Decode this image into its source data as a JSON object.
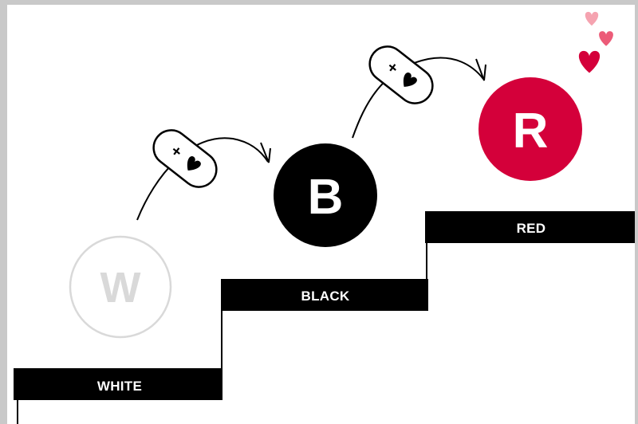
{
  "levels": [
    {
      "letter": "W",
      "label": "WHITE"
    },
    {
      "letter": "B",
      "label": "BLACK"
    },
    {
      "letter": "R",
      "label": "RED"
    }
  ],
  "upgrade_badges": [
    {
      "plus": "+",
      "icon": "heart-icon"
    },
    {
      "plus": "+",
      "icon": "heart-icon"
    }
  ],
  "colors": {
    "white_level_circle": "#d9d9d9",
    "black_level": "#000000",
    "red_level": "#d4003a",
    "heart_light": "#f5a3b0",
    "heart_mid": "#ec5b78",
    "heart_dark": "#d4003a"
  }
}
